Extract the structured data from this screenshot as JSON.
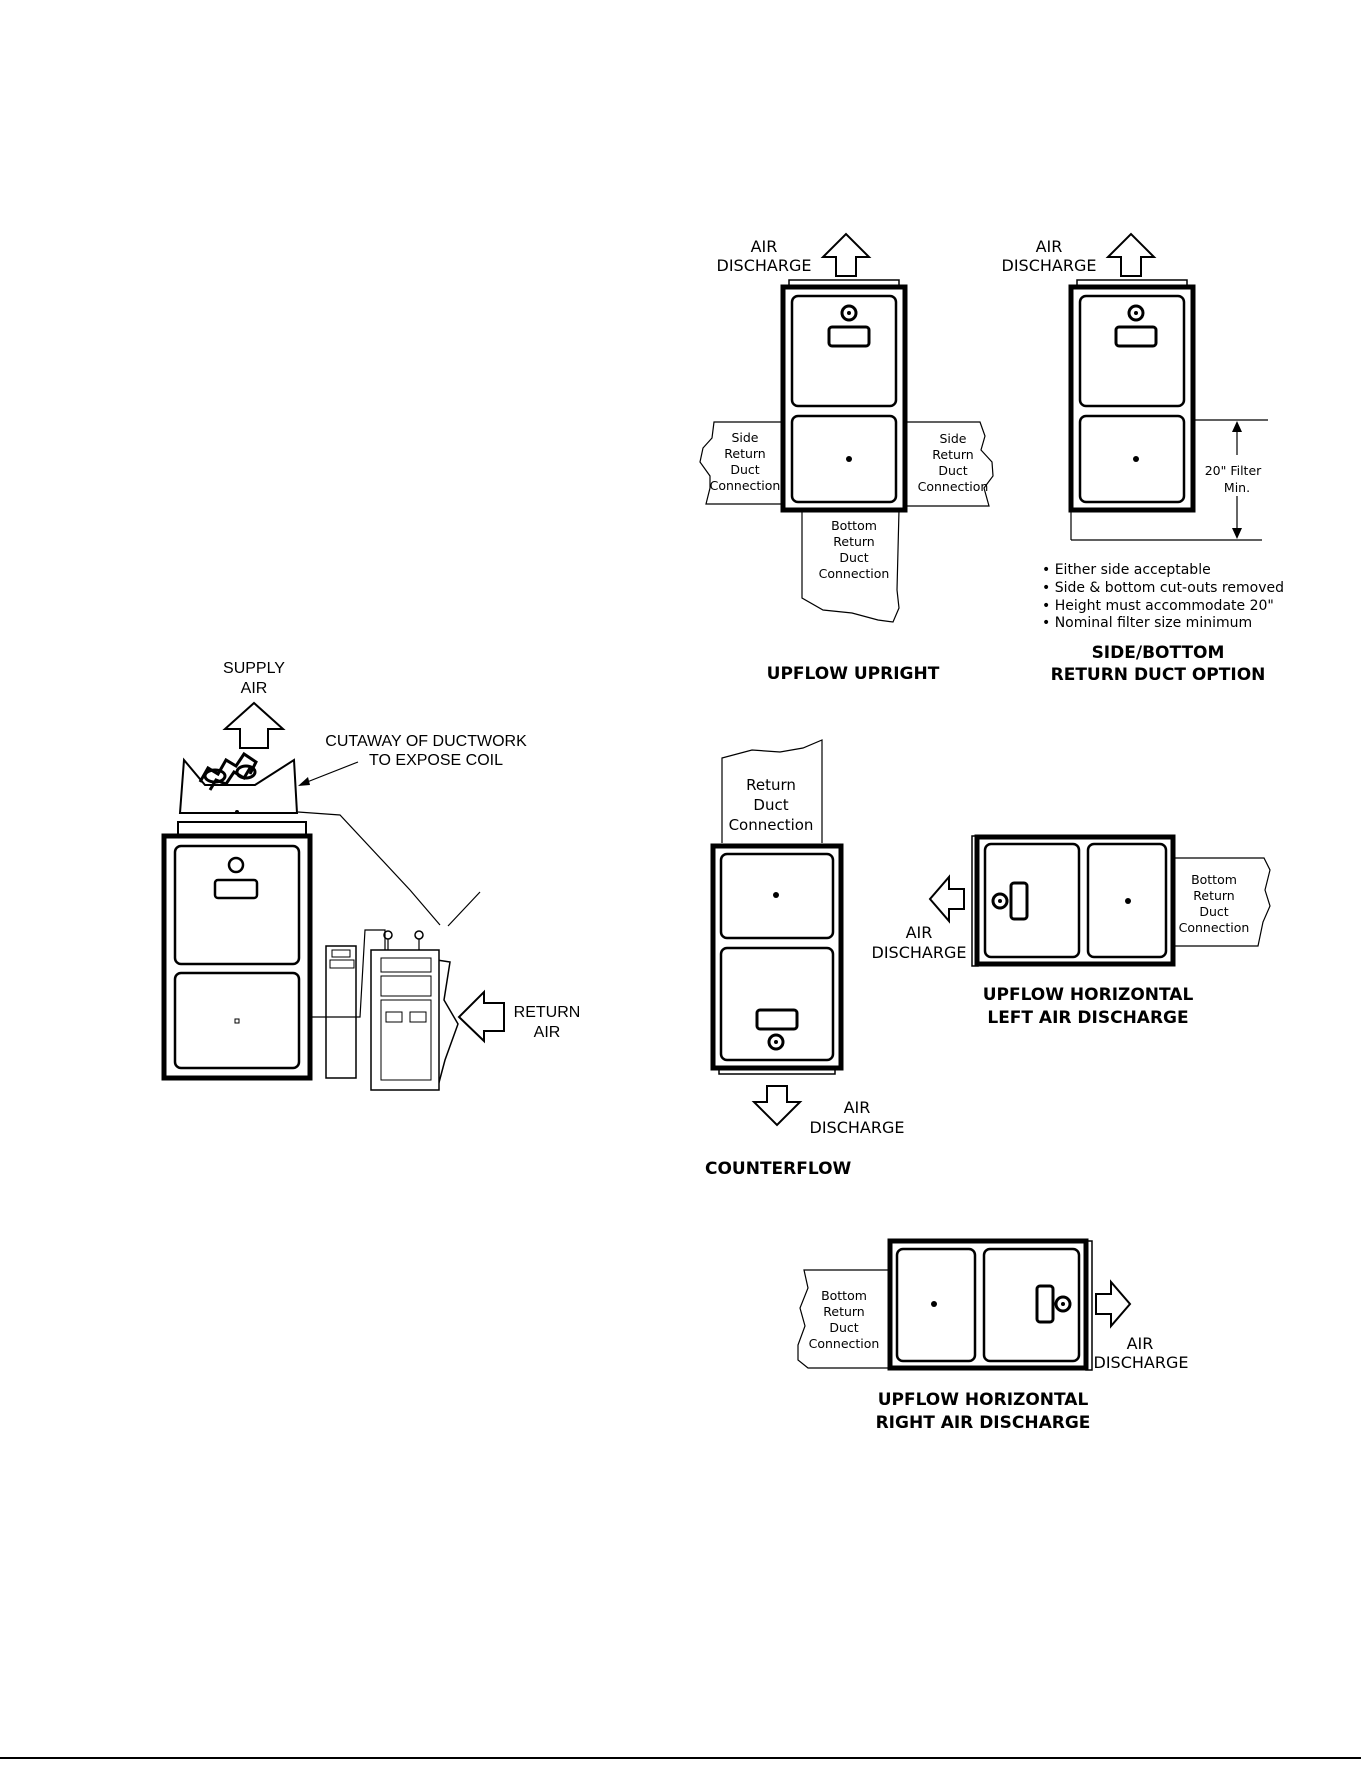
{
  "diagram": {
    "coil_illustration": {
      "supply_air": [
        "SUPPLY",
        "AIR"
      ],
      "cutaway_note": [
        "CUTAWAY OF DUCTWORK",
        "TO EXPOSE COIL"
      ],
      "return_air": [
        "RETURN",
        "AIR"
      ]
    },
    "upflow_upright": {
      "air_discharge": [
        "AIR",
        "DISCHARGE"
      ],
      "side_return_left": [
        "Side",
        "Return",
        "Duct",
        "Connection"
      ],
      "side_return_right": [
        "Side",
        "Return",
        "Duct",
        "Connection"
      ],
      "bottom_return": [
        "Bottom",
        "Return",
        "Duct",
        "Connection"
      ],
      "caption": "UPFLOW UPRIGHT"
    },
    "side_bottom_option": {
      "air_discharge": [
        "AIR",
        "DISCHARGE"
      ],
      "filter_label": [
        "20\" Filter",
        "Min."
      ],
      "notes": [
        "• Either side acceptable",
        "• Side & bottom cut-outs removed",
        "• Height must accommodate 20\"",
        "• Nominal filter size minimum"
      ],
      "caption": [
        "SIDE/BOTTOM",
        "RETURN DUCT OPTION"
      ]
    },
    "counterflow": {
      "return_duct": [
        "Return",
        "Duct",
        "Connection"
      ],
      "air_discharge": [
        "AIR",
        "DISCHARGE"
      ],
      "caption": "COUNTERFLOW"
    },
    "horizontal_left": {
      "bottom_return": [
        "Bottom",
        "Return",
        "Duct",
        "Connection"
      ],
      "air_discharge": [
        "AIR",
        "DISCHARGE"
      ],
      "caption": [
        "UPFLOW HORIZONTAL",
        "LEFT AIR DISCHARGE"
      ]
    },
    "horizontal_right": {
      "bottom_return": [
        "Bottom",
        "Return",
        "Duct",
        "Connection"
      ],
      "air_discharge": [
        "AIR",
        "DISCHARGE"
      ],
      "caption": [
        "UPFLOW HORIZONTAL",
        "RIGHT AIR DISCHARGE"
      ]
    }
  }
}
